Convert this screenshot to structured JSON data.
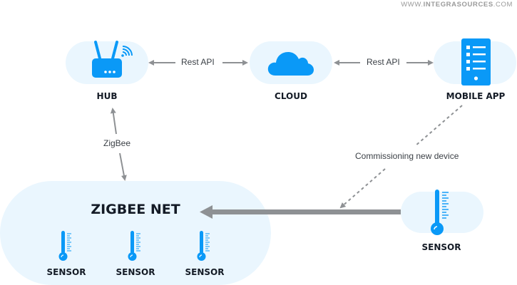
{
  "watermark": {
    "prefix": "WWW.",
    "brand": "INTEGRASOURCES",
    "suffix": ".COM"
  },
  "nodes": {
    "hub": {
      "label": "HUB",
      "icon": "router-wifi-icon"
    },
    "cloud": {
      "label": "CLOUD",
      "icon": "cloud-icon"
    },
    "mobile_app": {
      "label": "MOBILE APP",
      "icon": "mobile-phone-list-icon"
    },
    "zigbee_net": {
      "label": "ZIGBEE NET",
      "sensors": [
        {
          "label": "SENSOR",
          "icon": "thermometer-icon"
        },
        {
          "label": "SENSOR",
          "icon": "thermometer-icon"
        },
        {
          "label": "SENSOR",
          "icon": "thermometer-icon"
        }
      ]
    },
    "new_sensor": {
      "label": "SENSOR",
      "icon": "thermometer-icon"
    }
  },
  "edges": {
    "hub_cloud": {
      "label": "Rest API",
      "style": "bidirectional"
    },
    "cloud_app": {
      "label": "Rest API",
      "style": "bidirectional"
    },
    "hub_zigbee": {
      "label": "ZigBee",
      "style": "bidirectional"
    },
    "app_commissioning": {
      "label": "Commissioning new device",
      "style": "dashed"
    },
    "sensor_join": {
      "label": "",
      "style": "thick-arrow"
    }
  },
  "colors": {
    "accent": "#0a99f7",
    "pill_bg": "#eaf6fe",
    "arrow": "#8e9194",
    "text_dark": "#141b26"
  }
}
